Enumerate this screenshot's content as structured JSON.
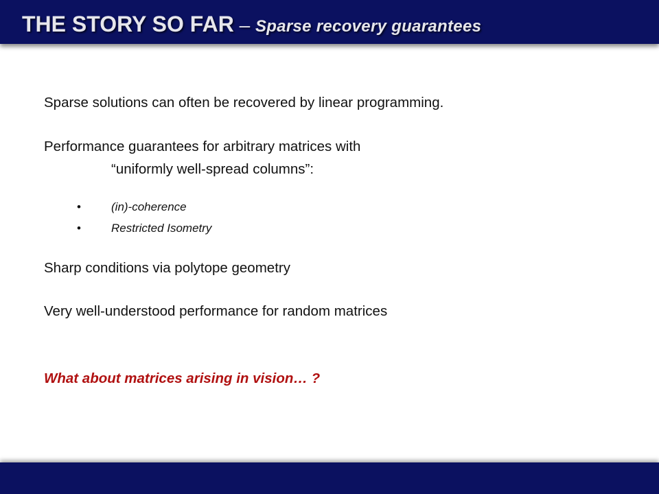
{
  "title": {
    "main": "THE STORY SO FAR",
    "dash": " – ",
    "sub": "Sparse recovery guarantees"
  },
  "body": {
    "line1": "Sparse solutions can often be recovered by linear programming.",
    "line2": "Performance guarantees for arbitrary matrices with",
    "line2_indent": "“uniformly well-spread columns”:",
    "bullets": [
      {
        "marker": "•",
        "text": "(in)-coherence"
      },
      {
        "marker": "•",
        "text": "Restricted Isometry"
      }
    ],
    "line3": "Sharp conditions via polytope geometry",
    "line4": "Very well-understood performance for random matrices",
    "question": "What about matrices arising in vision… ?"
  },
  "colors": {
    "bar": "#0b1160",
    "title_text": "#e6e6ec",
    "question_text": "#b01010",
    "body_text": "#111111"
  }
}
